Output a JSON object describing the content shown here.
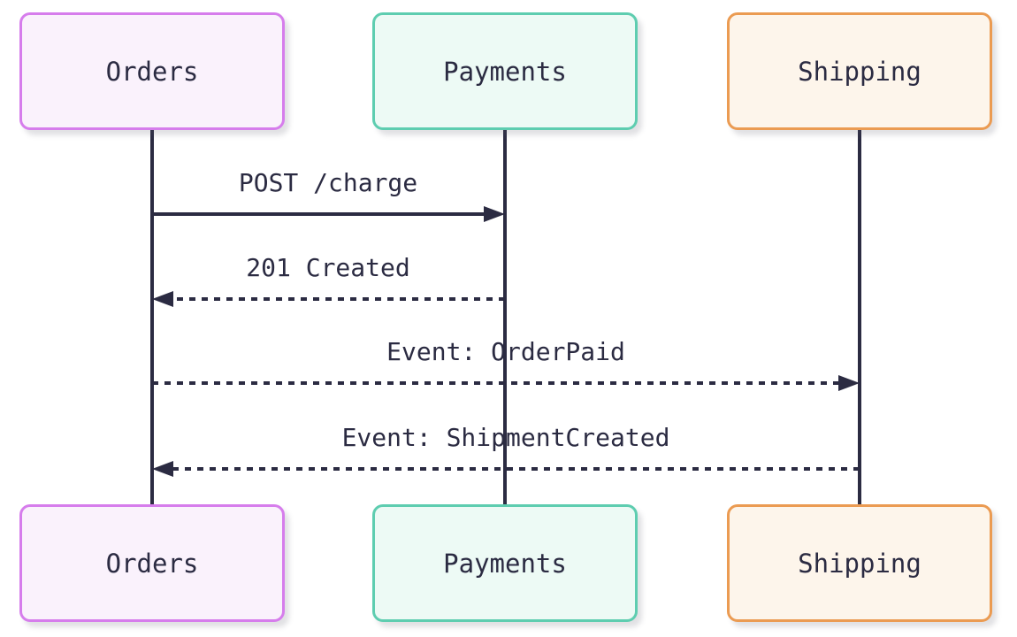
{
  "diagram": {
    "type": "sequence-diagram",
    "background_color": "#ffffff",
    "line_color": "#2b2b42",
    "text_color": "#2b2b42",
    "actors": [
      {
        "id": "orders",
        "label": "Orders",
        "border_color": "#d67dec",
        "fill_color": "#faf2fc"
      },
      {
        "id": "payments",
        "label": "Payments",
        "border_color": "#5ecdb0",
        "fill_color": "#edfaf5"
      },
      {
        "id": "shipping",
        "label": "Shipping",
        "border_color": "#eb9b52",
        "fill_color": "#fdf5eb"
      }
    ],
    "messages": [
      {
        "from": "orders",
        "to": "payments",
        "label": "POST /charge",
        "line_style": "solid",
        "direction": "right"
      },
      {
        "from": "payments",
        "to": "orders",
        "label": "201 Created",
        "line_style": "dotted",
        "direction": "left"
      },
      {
        "from": "orders",
        "to": "shipping",
        "label": "Event: OrderPaid",
        "line_style": "dotted",
        "direction": "right"
      },
      {
        "from": "shipping",
        "to": "orders",
        "label": "Event: ShipmentCreated",
        "line_style": "dotted",
        "direction": "left"
      }
    ]
  }
}
